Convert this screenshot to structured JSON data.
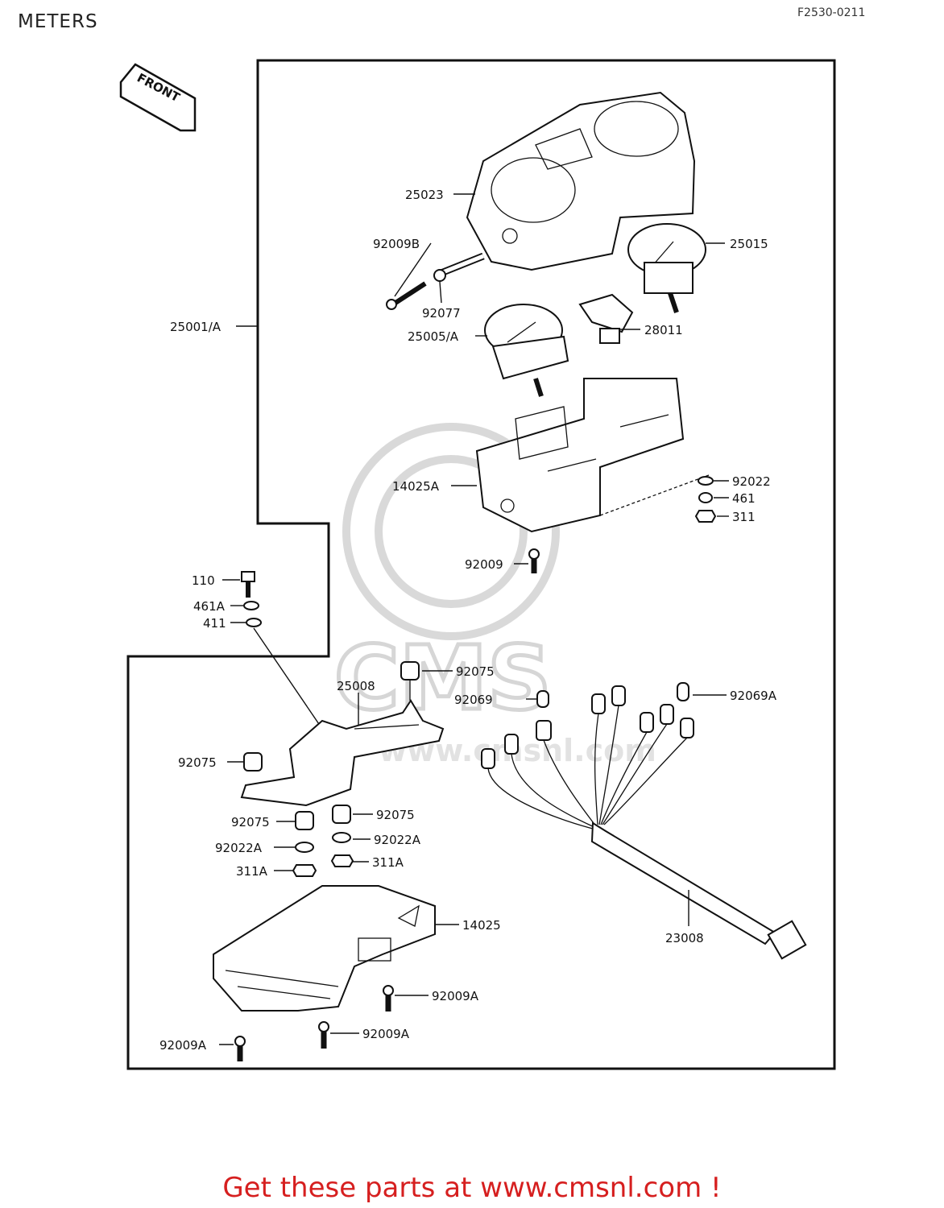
{
  "header": {
    "title": "METERS",
    "diagram_code": "F2530-0211"
  },
  "orientation_label": "FRONT",
  "watermark": {
    "text": "CMS",
    "url_text": "www.cmsnl.com"
  },
  "part_labels": [
    "25023",
    "92009B",
    "25015",
    "92077",
    "25005/A",
    "28011",
    "25001/A",
    "14025A",
    "92022",
    "461",
    "311",
    "92009",
    "110",
    "461A",
    "411",
    "92075",
    "25008",
    "92069",
    "92069A",
    "92075",
    "92075",
    "92075",
    "92022A",
    "92022A",
    "311A",
    "311A",
    "14025",
    "23008",
    "92009A",
    "92009A",
    "92009A"
  ],
  "footer": {
    "link_text": "Get these parts at www.cmsnl.com !"
  },
  "colors": {
    "footer_link": "#d61f1f",
    "line_art": "#111111",
    "watermark": "#d9d9d9"
  }
}
